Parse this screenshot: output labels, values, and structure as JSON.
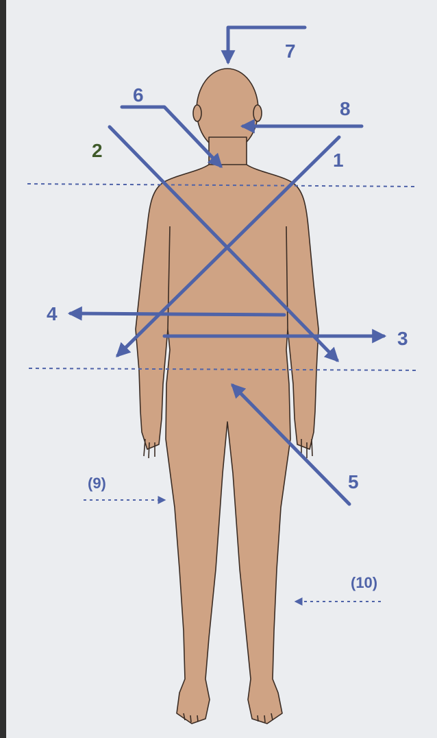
{
  "colors": {
    "background": "#ebedf0",
    "body_fill": "#cfa384",
    "body_outline": "#3a2c24",
    "arrow": "#4f63a8",
    "label": "#4f63a8",
    "label_green": "#3f5a2a",
    "dashed_line": "#4f63a8",
    "left_edge": "#2a2a2a"
  },
  "labels": {
    "l1": "1",
    "l2": "2",
    "l3": "3",
    "l4": "4",
    "l5": "5",
    "l6": "6",
    "l7": "7",
    "l8": "8",
    "l9": "(9)",
    "l10": "(10)"
  }
}
